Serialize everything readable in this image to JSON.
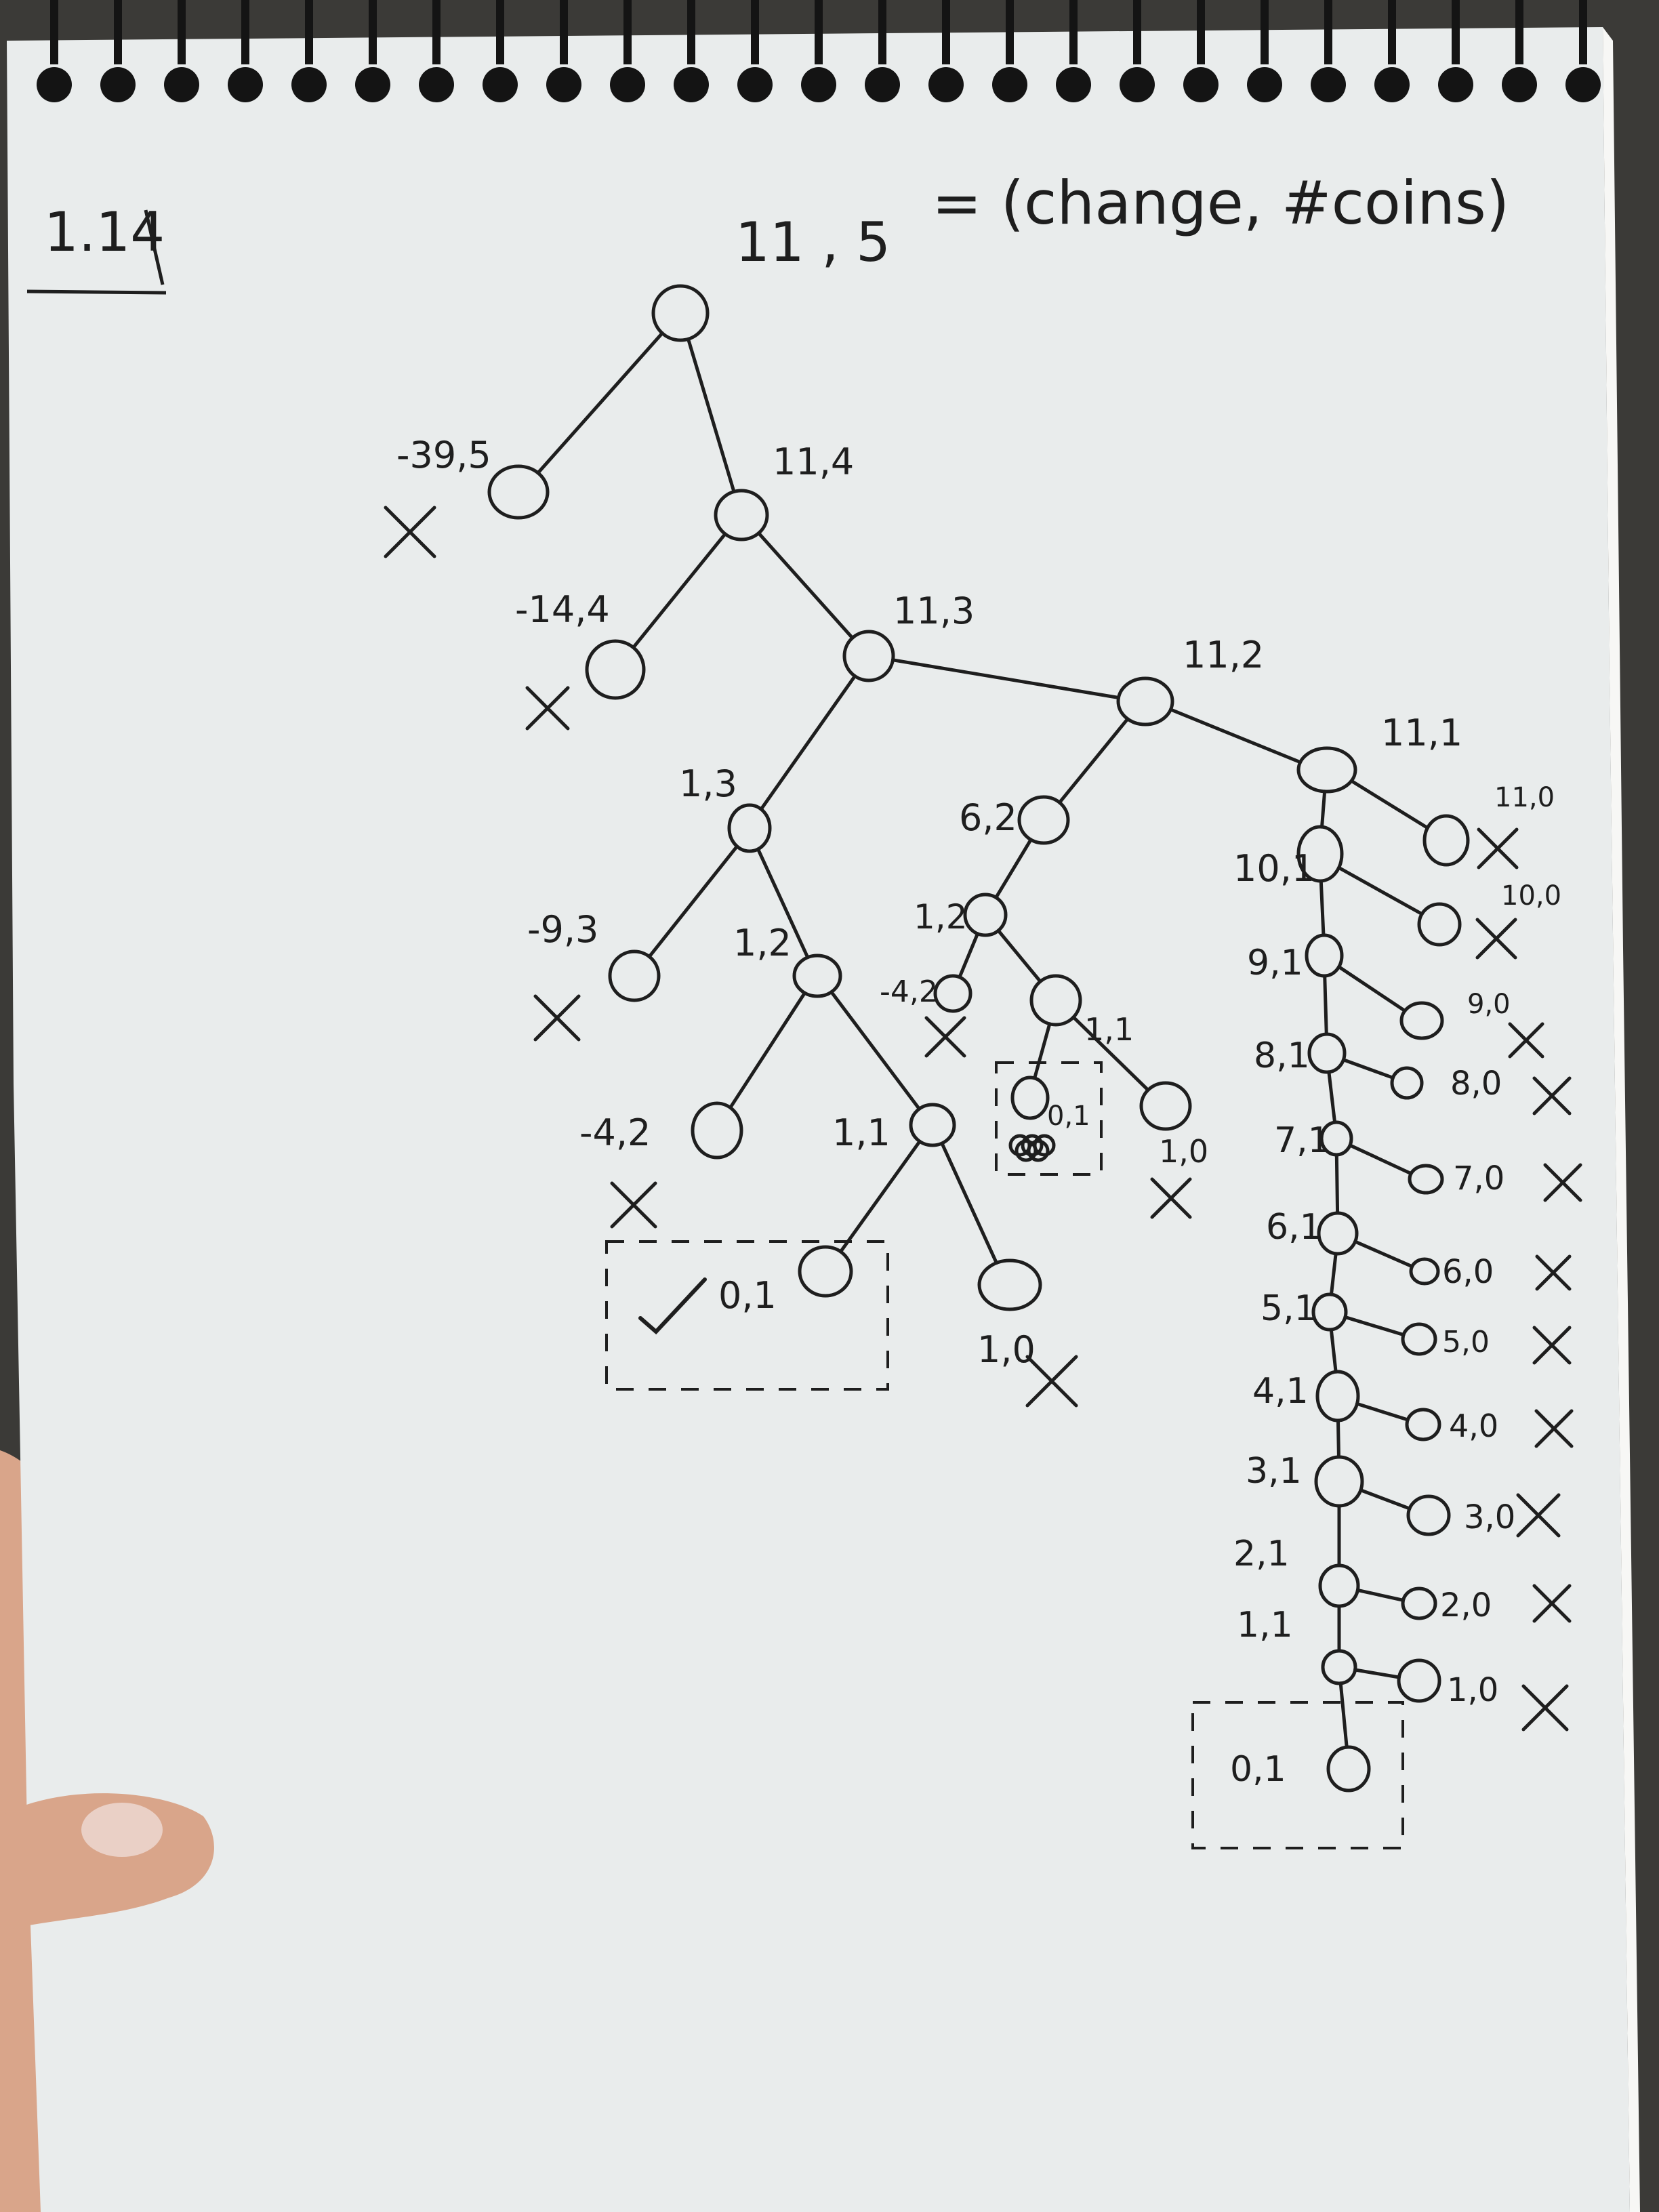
{
  "page": {
    "problem_label": "1.14",
    "root_label": "11 , 5",
    "legend": "= (change, #coins)"
  },
  "colors": {
    "ink": "#1e1e1e",
    "paper": "#e9ecec",
    "spiral": "#141414",
    "background": "#3b3a37",
    "skin": "#d9a58a"
  },
  "tree": {
    "nodes": [
      {
        "id": "n11_5",
        "label": ""
      },
      {
        "id": "n_39_5",
        "label": "-39,5"
      },
      {
        "id": "n11_4",
        "label": "11,4"
      },
      {
        "id": "n_14_4",
        "label": "-14,4"
      },
      {
        "id": "n11_3",
        "label": "11,3"
      },
      {
        "id": "n1_3",
        "label": "1,3"
      },
      {
        "id": "n11_2",
        "label": "11,2"
      },
      {
        "id": "n_9_3",
        "label": "-9,3"
      },
      {
        "id": "n1_2a",
        "label": "1,2"
      },
      {
        "id": "n_4_2a",
        "label": "-4,2"
      },
      {
        "id": "n1_1a",
        "label": "1,1"
      },
      {
        "id": "n0_1a",
        "label": "0,1"
      },
      {
        "id": "n1_0a",
        "label": "1,0"
      },
      {
        "id": "n6_2",
        "label": "6,2"
      },
      {
        "id": "n1_2b",
        "label": "1,2"
      },
      {
        "id": "n_4_2b",
        "label": "-4,2"
      },
      {
        "id": "n1_1b",
        "label": "1,1"
      },
      {
        "id": "n0_1b",
        "label": "0,1"
      },
      {
        "id": "n1_0b",
        "label": "1,0"
      },
      {
        "id": "n11_1",
        "label": "11,1"
      },
      {
        "id": "n11_0",
        "label": "11,0"
      },
      {
        "id": "n10_1",
        "label": "10,1"
      },
      {
        "id": "n10_0",
        "label": "10,0"
      },
      {
        "id": "n9_1",
        "label": "9,1"
      },
      {
        "id": "n9_0",
        "label": "9,0"
      },
      {
        "id": "n8_1",
        "label": "8,1"
      },
      {
        "id": "n8_0",
        "label": "8,0"
      },
      {
        "id": "n7_1",
        "label": "7,1"
      },
      {
        "id": "n7_0",
        "label": "7,0"
      },
      {
        "id": "n6_1",
        "label": "6,1"
      },
      {
        "id": "n6_0",
        "label": "6,0"
      },
      {
        "id": "n5_1",
        "label": "5,1"
      },
      {
        "id": "n5_0",
        "label": "5,0"
      },
      {
        "id": "n4_1",
        "label": "4,1"
      },
      {
        "id": "n4_0",
        "label": "4,0"
      },
      {
        "id": "n3_1",
        "label": "3,1"
      },
      {
        "id": "n3_0",
        "label": "3,0"
      },
      {
        "id": "n2_1",
        "label": "2,1"
      },
      {
        "id": "n2_0",
        "label": "2,0"
      },
      {
        "id": "n1_1c",
        "label": "1,1"
      },
      {
        "id": "n1_0c",
        "label": "1,0"
      },
      {
        "id": "n0_1c",
        "label": "0,1"
      }
    ],
    "edges": [
      [
        "n11_5",
        "n_39_5"
      ],
      [
        "n11_5",
        "n11_4"
      ],
      [
        "n11_4",
        "n_14_4"
      ],
      [
        "n11_4",
        "n11_3"
      ],
      [
        "n11_3",
        "n1_3"
      ],
      [
        "n11_3",
        "n11_2"
      ],
      [
        "n1_3",
        "n_9_3"
      ],
      [
        "n1_3",
        "n1_2a"
      ],
      [
        "n1_2a",
        "n_4_2a"
      ],
      [
        "n1_2a",
        "n1_1a"
      ],
      [
        "n1_1a",
        "n0_1a"
      ],
      [
        "n1_1a",
        "n1_0a"
      ],
      [
        "n11_2",
        "n6_2"
      ],
      [
        "n11_2",
        "n11_1"
      ],
      [
        "n6_2",
        "n1_2b"
      ],
      [
        "n1_2b",
        "n_4_2b"
      ],
      [
        "n1_2b",
        "n1_1b"
      ],
      [
        "n1_1b",
        "n0_1b"
      ],
      [
        "n1_1b",
        "n1_0b"
      ],
      [
        "n11_1",
        "n11_0"
      ],
      [
        "n11_1",
        "n10_1"
      ],
      [
        "n10_1",
        "n10_0"
      ],
      [
        "n10_1",
        "n9_1"
      ],
      [
        "n9_1",
        "n9_0"
      ],
      [
        "n9_1",
        "n8_1"
      ],
      [
        "n8_1",
        "n8_0"
      ],
      [
        "n8_1",
        "n7_1"
      ],
      [
        "n7_1",
        "n7_0"
      ],
      [
        "n7_1",
        "n6_1"
      ],
      [
        "n6_1",
        "n6_0"
      ],
      [
        "n6_1",
        "n5_1"
      ],
      [
        "n5_1",
        "n5_0"
      ],
      [
        "n5_1",
        "n4_1"
      ],
      [
        "n4_1",
        "n4_0"
      ],
      [
        "n4_1",
        "n3_1"
      ],
      [
        "n3_1",
        "n3_0"
      ],
      [
        "n3_1",
        "n2_1"
      ],
      [
        "n2_1",
        "n2_0"
      ],
      [
        "n2_1",
        "n1_1c"
      ],
      [
        "n1_1c",
        "n1_0c"
      ],
      [
        "n1_1c",
        "n0_1c"
      ]
    ],
    "rejected": [
      "n_39_5",
      "n_14_4",
      "n_9_3",
      "n_4_2a",
      "n1_0a",
      "n_4_2b",
      "n1_0b",
      "n11_0",
      "n10_0",
      "n9_0",
      "n8_0",
      "n7_0",
      "n6_0",
      "n5_0",
      "n4_0",
      "n3_0",
      "n2_0",
      "n1_0c"
    ],
    "accepted": [
      "n0_1a"
    ],
    "boxed": [
      "n0_1a",
      "n0_1b",
      "n0_1c"
    ],
    "scribbled": [
      "n0_1b"
    ]
  }
}
